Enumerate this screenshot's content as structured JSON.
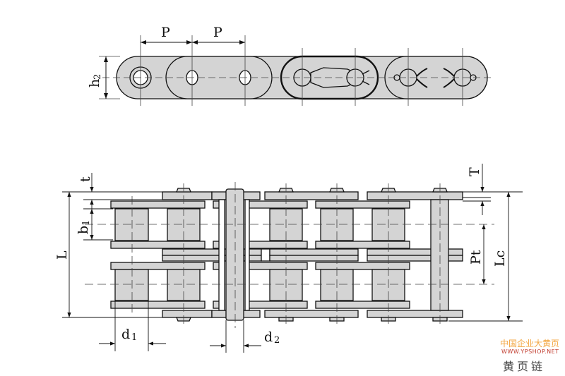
{
  "diagram": {
    "title": "Double-strand roller chain dimension drawing",
    "colors": {
      "fill": "#d4d4d4",
      "stroke": "#111111"
    },
    "top_view_labels": {
      "pitch_1": "P",
      "pitch_2": "P",
      "plate_height": "h",
      "plate_height_sub": "2"
    },
    "front_view_labels": {
      "plate_thickness": "t",
      "inner_width": "b",
      "inner_width_sub": "1",
      "pin_length": "L",
      "roller_diameter": "d",
      "roller_diameter_sub": "1",
      "pin_diameter": "d",
      "pin_diameter_sub": "2",
      "thickness_T": "T",
      "transverse_pitch": "Pt",
      "connecting_pin_length": "Lc"
    }
  },
  "watermark": {
    "line1": "中国企业大黄页",
    "line2": "WWW.YPSHOP.NET",
    "line3": "黄页链"
  }
}
